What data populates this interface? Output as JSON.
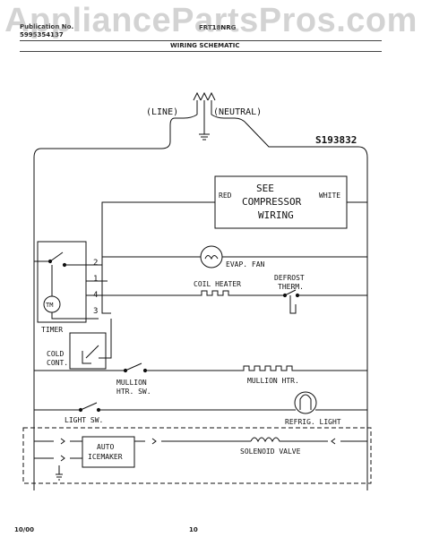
{
  "header": {
    "pub_line1": "Publication No.",
    "pub_line2": "5995354137",
    "model_fragment": "FRT18NRG",
    "title": "WIRING SCHEMATIC"
  },
  "watermark": "AppliancePartsPros.com",
  "diagram": {
    "line_label": "(LINE)",
    "neutral_label": "(NEUTRAL)",
    "diagram_id": "S193832",
    "compressor": {
      "line1": "SEE",
      "line2": "COMPRESSOR",
      "line3": "WIRING",
      "red": "RED",
      "white": "WHITE"
    },
    "evap_fan": "EVAP. FAN",
    "coil_heater": "COIL HEATER",
    "defrost_therm_1": "DEFROST",
    "defrost_therm_2": "THERM.",
    "timer": "TIMER",
    "timer_motor": "TM",
    "terminal_1": "1",
    "terminal_2": "2",
    "terminal_3": "3",
    "terminal_4": "4",
    "cold_cont_1": "COLD",
    "cold_cont_2": "CONT.",
    "mullion_sw_1": "MULLION",
    "mullion_sw_2": "HTR. SW.",
    "mullion_htr": "MULLION HTR.",
    "light_sw": "LIGHT SW.",
    "refrig_light": "REFRIG. LIGHT",
    "auto_icemaker_1": "AUTO",
    "auto_icemaker_2": "ICEMAKER",
    "solenoid_valve": "SOLENOID VALVE"
  },
  "footer": {
    "date": "10/00",
    "page": "10"
  }
}
